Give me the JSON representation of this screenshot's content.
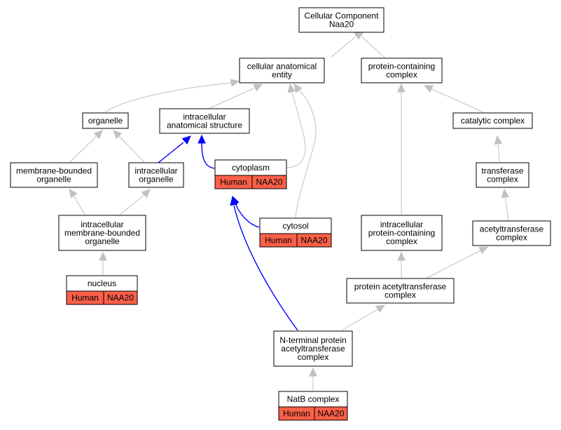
{
  "colors": {
    "edge_gray": "#c0c0c0",
    "edge_highlight": "#0000ff",
    "annotation": "#fa5f48",
    "border": "#000000",
    "background": "#ffffff"
  },
  "nodes": {
    "cellular_component": {
      "lines": [
        "Cellular Component",
        "Naa20"
      ]
    },
    "cellular_anatomical_entity": {
      "lines": [
        "cellular anatomical",
        "entity"
      ]
    },
    "protein_containing_complex": {
      "lines": [
        "protein-containing",
        "complex"
      ]
    },
    "organelle": {
      "lines": [
        "organelle"
      ]
    },
    "intracellular_anatomical_structure": {
      "lines": [
        "intracellular",
        "anatomical structure"
      ]
    },
    "catalytic_complex": {
      "lines": [
        "catalytic complex"
      ]
    },
    "membrane_bounded_organelle": {
      "lines": [
        "membrane-bounded",
        "organelle"
      ]
    },
    "intracellular_organelle": {
      "lines": [
        "intracellular",
        "organelle"
      ]
    },
    "cytoplasm": {
      "lines": [
        "cytoplasm"
      ],
      "annotation": [
        "Human",
        "NAA20"
      ]
    },
    "transferase_complex": {
      "lines": [
        "transferase",
        "complex"
      ]
    },
    "intracellular_membrane_bounded_organelle": {
      "lines": [
        "intracellular",
        "membrane-bounded",
        "organelle"
      ]
    },
    "cytosol": {
      "lines": [
        "cytosol"
      ],
      "annotation": [
        "Human",
        "NAA20"
      ]
    },
    "intracellular_protein_containing_complex": {
      "lines": [
        "intracellular",
        "protein-containing",
        "complex"
      ]
    },
    "acetyltransferase_complex": {
      "lines": [
        "acetyltransferase",
        "complex"
      ]
    },
    "nucleus": {
      "lines": [
        "nucleus"
      ],
      "annotation": [
        "Human",
        "NAA20"
      ]
    },
    "protein_acetyltransferase_complex": {
      "lines": [
        "protein acetyltransferase",
        "complex"
      ]
    },
    "n_terminal_protein_acetyltransferase_complex": {
      "lines": [
        "N-terminal protein",
        "acetyltransferase",
        "complex"
      ]
    },
    "natb_complex": {
      "lines": [
        "NatB complex"
      ],
      "annotation": [
        "Human",
        "NAA20"
      ]
    }
  }
}
